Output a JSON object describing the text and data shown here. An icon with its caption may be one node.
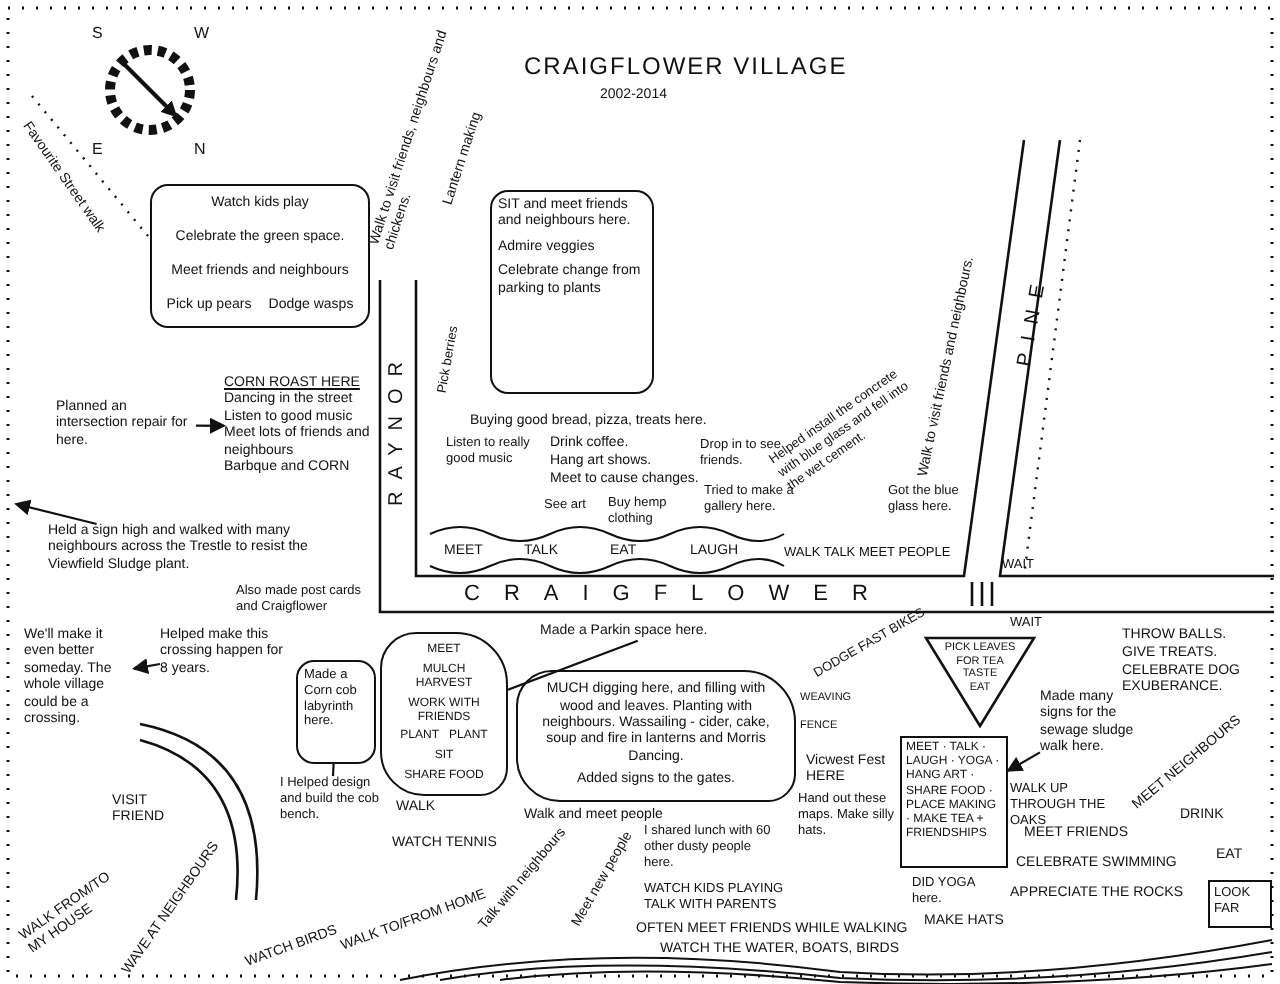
{
  "diagram": {
    "title": "CRAIGFLOWER VILLAGE",
    "nodes": [
      {
        "text": [
          "Watch kids play",
          "Celebrate the green space.",
          "Meet friends and neighbours",
          "Pick up pears",
          "Dodge wasps"
        ]
      },
      {
        "text": [
          "SIT and meet friends and neighbours here.",
          "Admire veggies",
          "Celebrate change from parking to plants"
        ]
      },
      {
        "text": [
          "CORN ROAST HERE",
          "Dancing in the street",
          "Listen to good music",
          "Meet lots of friends and neighbours",
          "Barbque and CORN"
        ]
      },
      {
        "text": [
          "Planned an intersection repair for here."
        ]
      },
      {
        "text": [
          "MEET",
          "MULCH HARVEST",
          "WORK WITH FRIENDS",
          "PLANT",
          "PLANT",
          "SIT",
          "SHARE FOOD"
        ]
      },
      {
        "text": [
          "Made a Corn cob labyrinth here."
        ]
      },
      {
        "text": [
          "MUCH digging here, and filling with wood and leaves. Planting with neighbours. Wassailing - cider, cake, soup and fire in lanterns and Morris Dancing.",
          "Added signs to the gates."
        ],
        "beside": [
          "WEAVING",
          "FENCE"
        ]
      },
      {
        "text": [
          "PICK LEAVES FOR TEA",
          "TASTE",
          "EAT"
        ]
      },
      {
        "text": [
          "MEET · TALK · LAUGH · YOGA · HANG ART · SHARE FOOD · PLACE MAKING · MAKE TEA + FRIENDSHIPS"
        ],
        "beside": [
          "DID YOGA here."
        ]
      },
      {
        "text": [
          "Made many signs for the sewage sludge walk here."
        ]
      },
      {
        "text": [
          "LOOK FAR"
        ]
      },
      {
        "text": [
          "Made a Parkin space here."
        ]
      },
      {
        "text": [
          "Helped make this crossing happen for 8 years."
        ]
      },
      {
        "text": [
          "We'll make it even better someday. The whole village could be a crossing."
        ]
      },
      {
        "text": [
          "I Helped design and build the cob bench."
        ]
      },
      {
        "text": [
          "Held a sign high and walked with many neighbours across the Trestle to resist the Viewfield Sludge plant."
        ]
      }
    ],
    "edges": [
      {
        "from": 3,
        "to": 2,
        "arrow": "to"
      },
      {
        "from": 15,
        "to": null,
        "arrow": "to"
      },
      {
        "from": 12,
        "to": 13,
        "arrow": "to"
      },
      {
        "from": 14,
        "to": 5,
        "arrow": "none"
      },
      {
        "from": 11,
        "to": 4,
        "arrow": "none"
      },
      {
        "from": 9,
        "to": 8,
        "arrow": "to"
      }
    ],
    "labels": [
      "2002-2014",
      "S",
      "W",
      "E",
      "N",
      "Favourite Street walk",
      "Walk to visit friends, neighbours and chickens.",
      "Lantern making",
      "Pick berries",
      "RAYNOR",
      "Buying good bread, pizza, treats here.",
      "Listen to really good music",
      "Drink coffee.",
      "Hang art shows.",
      "Meet to cause changes.",
      "Drop in to see friends.",
      "See art",
      "Buy hemp clothing",
      "Tried to make a gallery here.",
      "Helped install the concrete with blue glass and fell into the wet cement.",
      "Got the blue glass here.",
      "Walk to visit friends and neighbours.",
      "PINE",
      "MEET",
      "TALK",
      "EAT",
      "LAUGH",
      "WALK TALK MEET PEOPLE",
      "WAIT",
      "WAIT",
      "CRAIGFLOWER",
      "Also made post cards and Craigflower",
      "WALK",
      "WATCH TENNIS",
      "Walk and meet people",
      "I shared lunch with 60 other dusty people here.",
      "VISIT FRIEND",
      "WAVE AT NEIGHBOURS",
      "WALK FROM/TO MY HOUSE",
      "WATCH BIRDS",
      "WALK TO/FROM HOME",
      "Talk with neighbours",
      "Meet new people",
      "WATCH KIDS PLAYING TALK WITH PARENTS",
      "OFTEN MEET FRIENDS WHILE WALKING",
      "WATCH THE WATER, BOATS, BIRDS",
      "DODGE FAST BIKES",
      "Vicwest Fest HERE",
      "Hand out these maps. Make silly hats.",
      "THROW BALLS.",
      "GIVE TREATS.",
      "CELEBRATE DOG EXUBERANCE.",
      "WALK UP THROUGH THE OAKS",
      "MEET NEIGHBOURS",
      "DRINK",
      "MEET FRIENDS",
      "EAT",
      "CELEBRATE SWIMMING",
      "APPRECIATE THE ROCKS",
      "MAKE HATS"
    ]
  }
}
